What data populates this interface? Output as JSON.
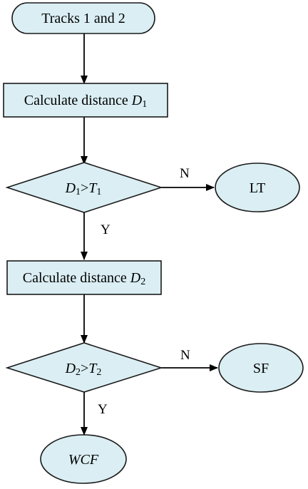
{
  "nodes": {
    "start": {
      "text": "Tracks 1 and 2"
    },
    "calc1": {
      "text": "Calculate distance ",
      "var": "D",
      "sub": "1"
    },
    "dec1": {
      "var1": "D",
      "sub1": "1",
      "op": ">",
      "var2": "T",
      "sub2": "1"
    },
    "lt": {
      "text": "LT"
    },
    "calc2": {
      "text": "Calculate distance ",
      "var": "D",
      "sub": "2"
    },
    "dec2": {
      "var1": "D",
      "sub1": "2",
      "op": ">",
      "var2": "T",
      "sub2": "2"
    },
    "sf": {
      "text": "SF"
    },
    "wcf": {
      "text": "WCF"
    }
  },
  "edges": {
    "dec1_no": "N",
    "dec1_yes": "Y",
    "dec2_no": "N",
    "dec2_yes": "Y"
  },
  "colors": {
    "node_fill": "#daeef3",
    "node_stroke": "#1a1a1a"
  }
}
